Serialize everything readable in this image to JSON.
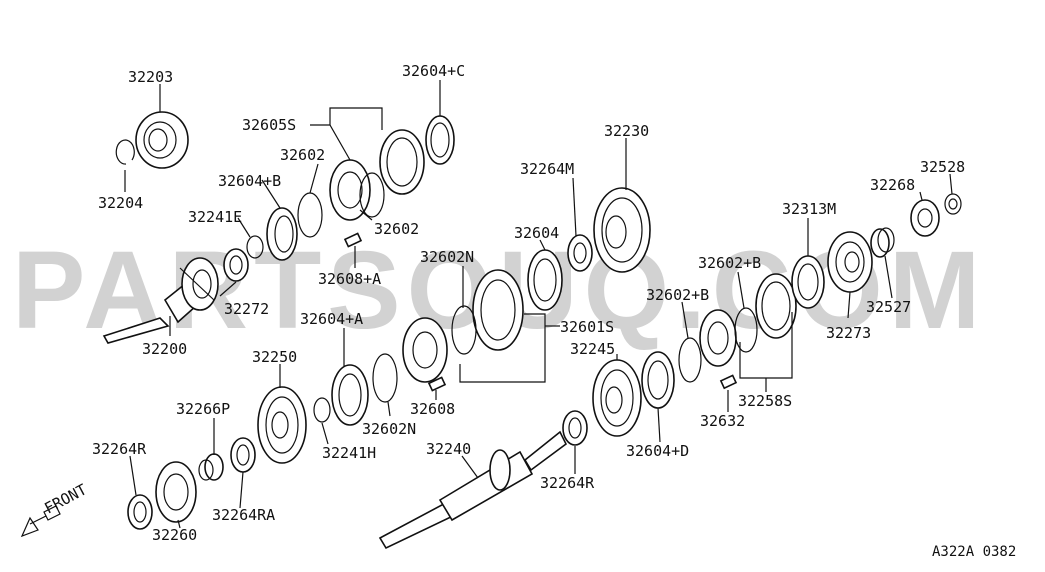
{
  "watermark": "PARTSOUQ.COM",
  "reference_code": "A322A 0382",
  "direction_label": "FRONT",
  "icons": {
    "front_arrow": "arrow-down-left-icon"
  },
  "part_labels": [
    {
      "id": "l32203",
      "text": "32203"
    },
    {
      "id": "l32204",
      "text": "32204"
    },
    {
      "id": "l32604C",
      "text": "32604+C"
    },
    {
      "id": "l32605S",
      "text": "32605S"
    },
    {
      "id": "l32602a",
      "text": "32602"
    },
    {
      "id": "l32604B",
      "text": "32604+B"
    },
    {
      "id": "l32241E",
      "text": "32241E"
    },
    {
      "id": "l32602b",
      "text": "32602"
    },
    {
      "id": "l32608A",
      "text": "32608+A"
    },
    {
      "id": "l32272",
      "text": "32272"
    },
    {
      "id": "l32200",
      "text": "32200"
    },
    {
      "id": "l32230",
      "text": "32230"
    },
    {
      "id": "l32264M",
      "text": "32264M"
    },
    {
      "id": "l32604",
      "text": "32604"
    },
    {
      "id": "l32602N",
      "text": "32602N"
    },
    {
      "id": "l32601S",
      "text": "32601S"
    },
    {
      "id": "l32604A",
      "text": "32604+A"
    },
    {
      "id": "l32250",
      "text": "32250"
    },
    {
      "id": "l32266P",
      "text": "32266P"
    },
    {
      "id": "l32608",
      "text": "32608"
    },
    {
      "id": "l32602N2",
      "text": "32602N"
    },
    {
      "id": "l32241H",
      "text": "32241H"
    },
    {
      "id": "l32264R",
      "text": "32264R"
    },
    {
      "id": "l32264RA",
      "text": "32264RA"
    },
    {
      "id": "l32260",
      "text": "32260"
    },
    {
      "id": "l32240",
      "text": "32240"
    },
    {
      "id": "l32264R2",
      "text": "32264R"
    },
    {
      "id": "l32245",
      "text": "32245"
    },
    {
      "id": "l32604D",
      "text": "32604+D"
    },
    {
      "id": "l32602B1",
      "text": "32602+B"
    },
    {
      "id": "l32602B2",
      "text": "32602+B"
    },
    {
      "id": "l32632",
      "text": "32632"
    },
    {
      "id": "l32258S",
      "text": "32258S"
    },
    {
      "id": "l32313M",
      "text": "32313M"
    },
    {
      "id": "l32268",
      "text": "32268"
    },
    {
      "id": "l32528",
      "text": "32528"
    },
    {
      "id": "l32527",
      "text": "32527"
    },
    {
      "id": "l32273",
      "text": "32273"
    }
  ]
}
